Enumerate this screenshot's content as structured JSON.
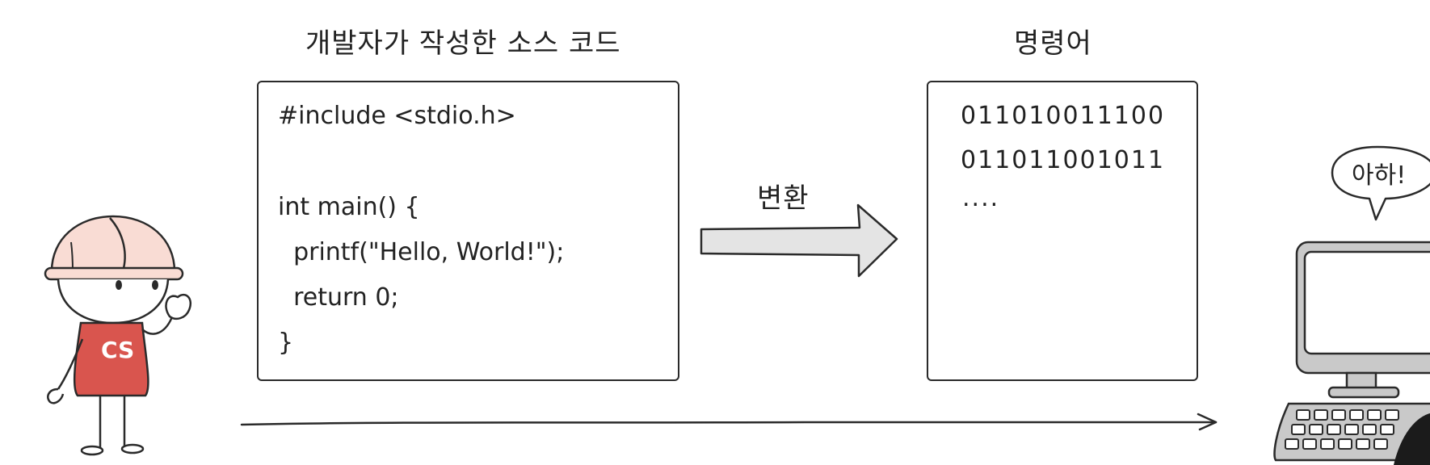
{
  "source_label": "개발자가 작성한 소스 코드",
  "instruction_label": "명령어",
  "convert_label": "변환",
  "source_code_lines": [
    "#include <stdio.h>",
    "",
    "int main() {",
    "  printf(\"Hello, World!\");",
    "  return 0;",
    "}"
  ],
  "binary_lines": [
    "011010011100",
    "011011001011",
    "...."
  ],
  "speech_bubble": "아하!",
  "shirt_text": "CS",
  "colors": {
    "helmet": "#f9dcd4",
    "shirt": "#d9554e",
    "arrow_fill": "#e4e4e4",
    "stroke": "#2a2a2a",
    "monitor_body": "#c9c9c9"
  }
}
